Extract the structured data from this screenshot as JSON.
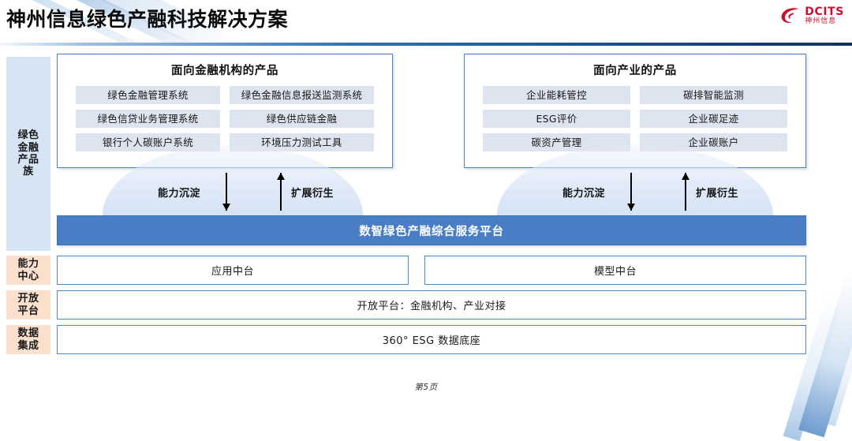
{
  "header": {
    "title": "神州信息绿色产融科技解决方案",
    "logo": {
      "en": "DCITS",
      "cn": "神州信息"
    }
  },
  "rails": [
    {
      "id": "green-finance-products",
      "label": "绿色\n金融\n产品\n族",
      "color": "#d6e4f3"
    },
    {
      "id": "capability-center",
      "label": "能力\n中心",
      "color": "#fbe0ce"
    },
    {
      "id": "open-platform",
      "label": "开放\n平台",
      "color": "#fbe0ce"
    },
    {
      "id": "data-integration",
      "label": "数据\n集成",
      "color": "#fbe0ce"
    }
  ],
  "product_boxes": [
    {
      "id": "financial-institution-products",
      "title": "面向金融机构的产品",
      "items": [
        "绿色金融管理系统",
        "绿色金融信息报送监测系统",
        "绿色信贷业务管理系统",
        "绿色供应链金融",
        "银行个人碳账户系统",
        "环境压力测试工具"
      ]
    },
    {
      "id": "industry-products",
      "title": "面向产业的产品",
      "items": [
        "企业能耗管控",
        "碳排智能监测",
        "ESG评价",
        "企业碳足迹",
        "碳资产管理",
        "企业碳账户"
      ]
    }
  ],
  "flows": [
    {
      "id": "flow-left",
      "down_label": "能力沉淀",
      "up_label": "扩展衍生"
    },
    {
      "id": "flow-right",
      "down_label": "能力沉淀",
      "up_label": "扩展衍生"
    }
  ],
  "platform": {
    "label": "数智绿色产融综合服务平台",
    "color": "#4a7ec4"
  },
  "layers": [
    {
      "id": "capability-center-row",
      "boxes": [
        {
          "id": "application-middle-platform",
          "label": "应用中台"
        },
        {
          "id": "model-middle-platform",
          "label": "模型中台"
        }
      ]
    },
    {
      "id": "open-platform-row",
      "boxes": [
        {
          "id": "open-platform-box",
          "label": "开放平台：金融机构、产业对接"
        }
      ]
    },
    {
      "id": "data-integration-row",
      "boxes": [
        {
          "id": "esg-data-foundation",
          "label": "360° ESG 数据底座"
        }
      ]
    }
  ],
  "footer": {
    "page": "第5页"
  },
  "colors": {
    "accent_blue": "#4a7ec4",
    "border_blue": "#4a88cc",
    "chip_blue": "#dde3ef",
    "rail_blue": "#d6e4f3",
    "rail_peach": "#fbe0ce",
    "logo_red": "#c8102e"
  }
}
